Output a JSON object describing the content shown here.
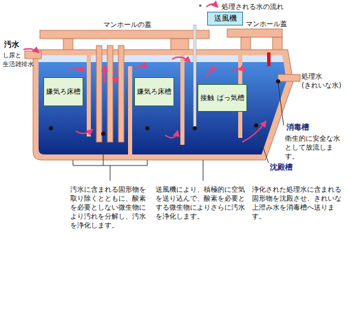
{
  "diagram": {
    "nodes": [
      {
        "text": [
          "送風機"
        ]
      },
      {
        "text": [
          "嫌気ろ床槽"
        ]
      },
      {
        "text": [
          "嫌気ろ床槽"
        ]
      },
      {
        "text": [
          "接触 ばっ気槽"
        ]
      }
    ],
    "labels": [
      "＊",
      "処理される水の流れ",
      "マンホールの蓋",
      "マンホール蓋",
      "汚水",
      "し尿と 生活雑排水",
      "処理水",
      "(きれいな水)",
      "消毒槽",
      "衛生的に安全な水として放流します。",
      "沈殿槽",
      "汚水に含まれる固形物を取り除くとともに、酸素を必要としない微生物により汚れを分解し、汚水を浄化します。",
      "送風機により、積極的に空気を送り込んで、酸素を必要とする微生物によりさらに汚水を浄化します。",
      "浄化された処理水に含まれる固形物を沈殿させ、きれいな上澄み水を消毒槽へ送ります。"
    ]
  }
}
